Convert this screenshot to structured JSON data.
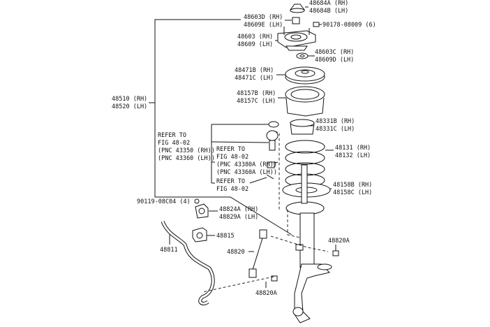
{
  "labels": {
    "cap_rh": "48684A (RH)",
    "cap_lh": "48684B (LH)",
    "nut_rh": "48603D (RH)",
    "nut_lh": "48609E (LH)",
    "bolt": "90178-08009 (6)",
    "support_rh": "48603 (RH)",
    "support_lh": "48609 (LH)",
    "washer_rh": "48603C (RH)",
    "washer_lh": "48609D (LH)",
    "bearing_rh": "48471B (RH)",
    "bearing_lh": "48471C (LH)",
    "upper_seat_rh": "48157B (RH)",
    "upper_seat_lh": "48157C (LH)",
    "strut_rh": "48510 (RH)",
    "strut_lh": "48520 (LH)",
    "bumper_rh": "48331B (RH)",
    "bumper_lh": "48331C (LH)",
    "spring_rh": "48131 (RH)",
    "spring_lh": "48132 (LH)",
    "lower_insul_rh": "48158B (RH)",
    "lower_insul_lh": "48158C (LH)",
    "refer1": [
      "REFER TO",
      "FIG 48-02",
      "(PNC 43350 (RH))",
      "(PNC 43360 (LH))"
    ],
    "refer2": [
      "REFER TO",
      "FIG 48-02",
      "(PNC 43380A (RH))",
      "(PNC 43360A (LH))"
    ],
    "refer3": [
      "REFER TO",
      "FIG 48-02"
    ],
    "bracket_bolt": "90119-08C04 (4)",
    "bracket_rh": "48824A (RH)",
    "bracket_lh": "48829A (LH)",
    "bushing": "48815",
    "stabilizer_bar": "48811",
    "link": "48820",
    "link_nut_upper": "48820A",
    "link_nut_lower": "48820A"
  }
}
